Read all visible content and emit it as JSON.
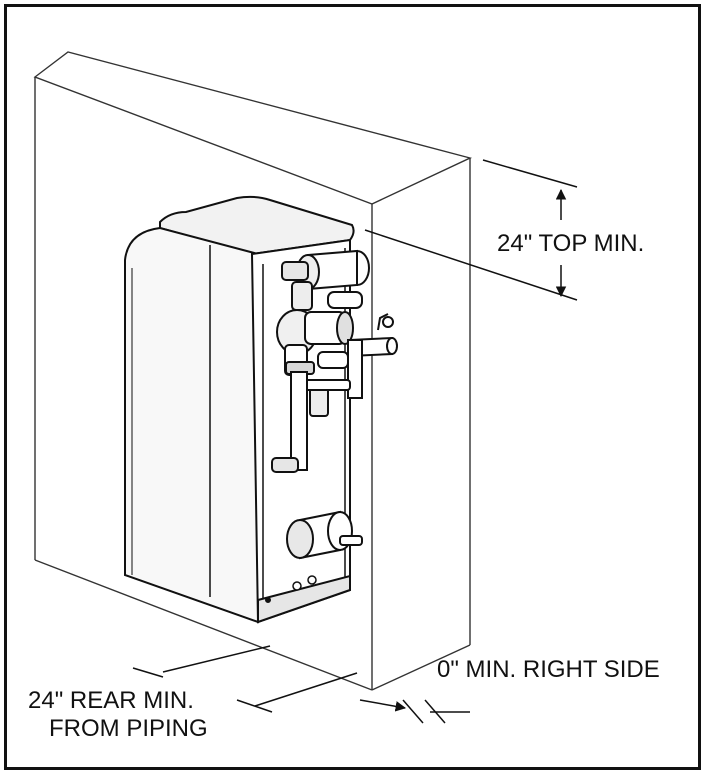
{
  "labels": {
    "top_clearance": "24\" TOP MIN.",
    "right_clearance": "0\" MIN. RIGHT SIDE",
    "rear_clearance_line1": "24\" REAR MIN.",
    "rear_clearance_line2": "FROM PIPING"
  },
  "colors": {
    "line": "#111111",
    "enclosure_line": "#333333",
    "fill_light": "#f2f2f2",
    "fill_mid": "#d9d9d9",
    "fill_dark": "#bdbdbd"
  }
}
